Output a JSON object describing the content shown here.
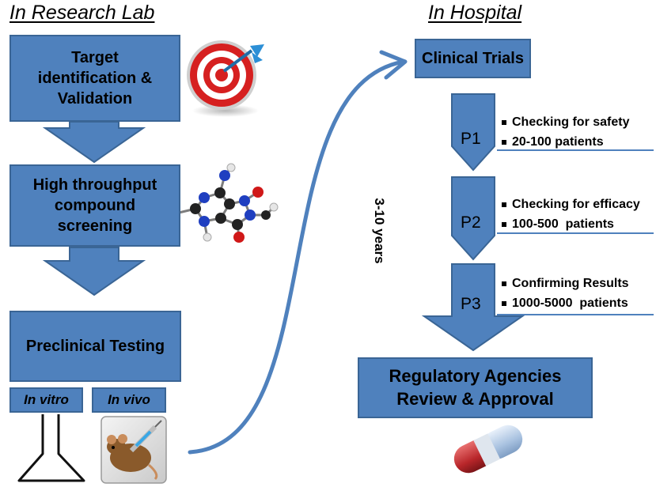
{
  "headers": {
    "left": "In Research Lab",
    "right": "In Hospital"
  },
  "steps": {
    "target": "Target\nidentification &\nValidation",
    "screening": "High throughput\ncompound\nscreening",
    "preclinical": "Preclinical Testing",
    "in_vitro": "In vitro",
    "in_vivo": "In vivo",
    "clinical": "Clinical Trials",
    "regulatory": "Regulatory Agencies\nReview & Approval"
  },
  "duration": "3-10 years",
  "phases": [
    {
      "label": "P1",
      "bullets": [
        "Checking for safety",
        "20-100 patients"
      ]
    },
    {
      "label": "P2",
      "bullets": [
        "Checking for efficacy",
        "100-500  patients"
      ]
    },
    {
      "label": "P3",
      "bullets": [
        "Confirming Results",
        "1000-5000  patients"
      ]
    }
  ],
  "colors": {
    "box_fill": "#4f81bd",
    "box_border": "#3a6595",
    "target_red": "#d62020",
    "dart_blue": "#2c8fd6",
    "pill_red": "#c0292b",
    "pill_blue": "#9db9d9"
  },
  "icons": [
    "target-dartboard-icon",
    "molecule-icon",
    "flask-icon",
    "mouse-syringe-icon",
    "pill-icon"
  ]
}
